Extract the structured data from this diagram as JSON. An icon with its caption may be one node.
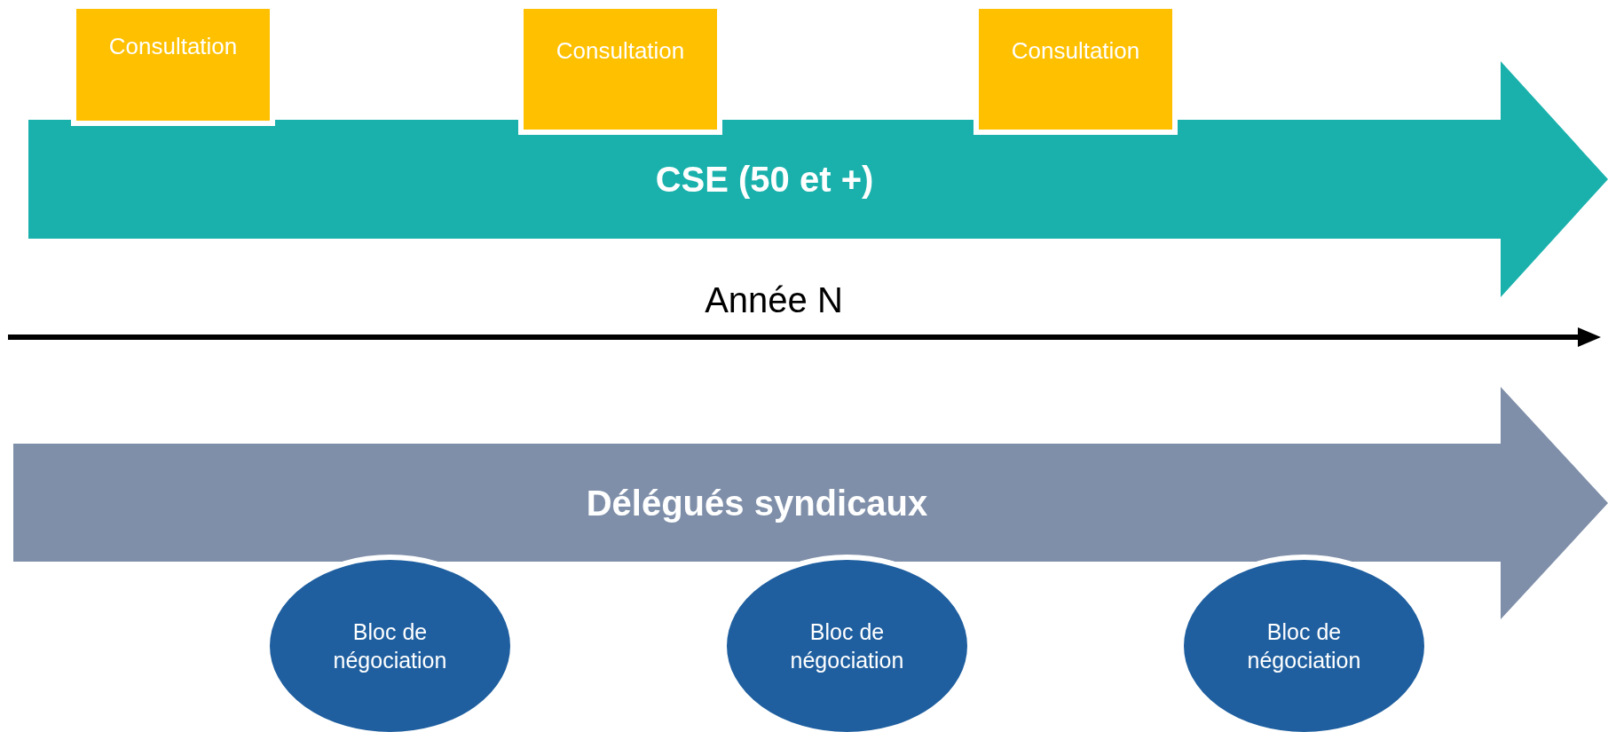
{
  "diagram": {
    "nodes": [
      {
        "text": [
          "CSE (50 et +)"
        ]
      },
      {
        "text": [
          "Consultation"
        ]
      },
      {
        "text": [
          "Consultation"
        ]
      },
      {
        "text": [
          "Consultation"
        ]
      },
      {
        "text": [
          "Délégués syndicaux"
        ]
      },
      {
        "text": [
          "Bloc de négociation"
        ]
      },
      {
        "text": [
          "Bloc de négociation"
        ]
      },
      {
        "text": [
          "Bloc de négociation"
        ]
      }
    ],
    "edges": [],
    "labels": [
      "Année N"
    ]
  }
}
